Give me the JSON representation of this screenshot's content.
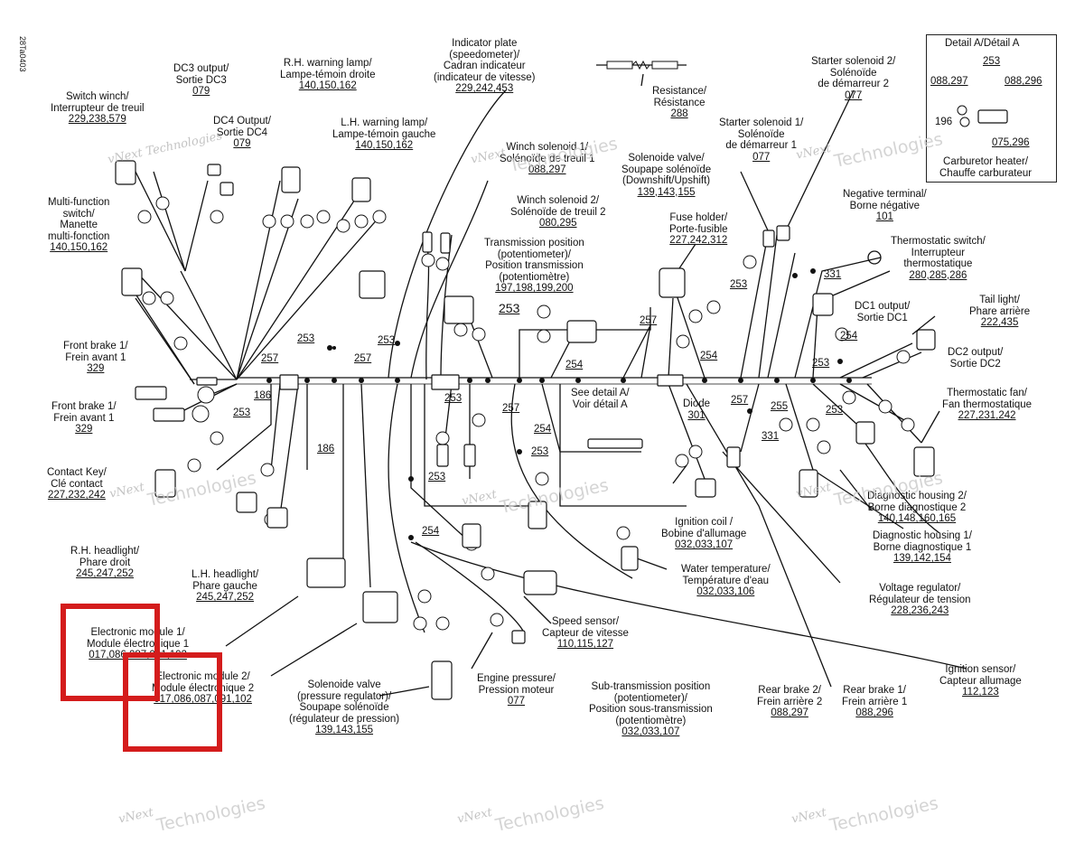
{
  "figure_code": "28Ta0403",
  "labels": {
    "indicator_plate": {
      "lines": [
        "Indicator plate",
        "(speedometer)/",
        "Cadran indicateur",
        "(indicateur de vitesse)"
      ],
      "pages": "229,242,453"
    },
    "resistance": {
      "lines": [
        "Resistance/",
        "Résistance"
      ],
      "pages": "288"
    },
    "dc3_output": {
      "lines": [
        "DC3 output/",
        "Sortie DC3"
      ],
      "pages": "079"
    },
    "rh_warning_lamp": {
      "lines": [
        "R.H. warning lamp/",
        "Lampe-témoin droite"
      ],
      "pages": "140,150,162"
    },
    "switch_winch": {
      "lines": [
        "Switch winch/",
        "Interrupteur de treuil"
      ],
      "pages": "229,238,579"
    },
    "dc4_output": {
      "lines": [
        "DC4 Output/",
        "Sortie DC4"
      ],
      "pages": "079"
    },
    "lh_warning_lamp": {
      "lines": [
        "L.H. warning lamp/",
        "Lampe-témoin gauche"
      ],
      "pages": "140,150,162"
    },
    "winch_solenoid_1": {
      "lines": [
        "Winch solenoid 1/",
        "Solénoïde de treuil 1"
      ],
      "pages": "088,297"
    },
    "solenoid_valve_downshift": {
      "lines": [
        "Solenoide valve/",
        "Soupape solénoïde",
        "(Downshift/Upshift)"
      ],
      "pages": "139,143,155"
    },
    "starter_solenoid_2": {
      "lines": [
        "Starter solenoid 2/",
        "Solénoïde",
        "de démarreur 2"
      ],
      "pages": "077"
    },
    "starter_solenoid_1": {
      "lines": [
        "Starter solenoid 1/",
        "Solénoïde",
        "de démarreur 1"
      ],
      "pages": "077"
    },
    "detail_a": {
      "title": "Detail A/Détail A",
      "caption": [
        "Carburetor heater/",
        "Chauffe carburateur"
      ],
      "refs": [
        "088,297",
        "253",
        "088,296",
        "196",
        "075,296"
      ]
    },
    "winch_solenoid_2": {
      "lines": [
        "Winch solenoid 2/",
        "Solénoïde de treuil 2"
      ],
      "pages": "080,295"
    },
    "multifunction_switch": {
      "lines": [
        "Multi-function",
        "switch/",
        "Manette",
        "multi-fonction"
      ],
      "pages": "140,150,162"
    },
    "transmission_position": {
      "lines": [
        "Transmission position",
        "(potentiometer)/",
        "Position transmission",
        "(potentiomètre)"
      ],
      "pages": "197,198,199,200"
    },
    "fuse_holder": {
      "lines": [
        "Fuse holder/",
        "Porte-fusible"
      ],
      "pages": "227,242,312"
    },
    "negative_terminal": {
      "lines": [
        "Negative terminal/",
        "Borne négative"
      ],
      "pages": "101"
    },
    "thermostatic_switch": {
      "lines": [
        "Thermostatic switch/",
        "Interrupteur",
        "thermostatique"
      ],
      "pages": "280,285,286"
    },
    "dc1_output": {
      "lines": [
        "DC1 output/",
        "Sortie DC1"
      ],
      "pages": ""
    },
    "tail_light": {
      "lines": [
        "Tail light/",
        "Phare arrière"
      ],
      "pages": "222,435"
    },
    "front_brake_1a": {
      "lines": [
        "Front brake 1/",
        "Frein avant 1"
      ],
      "pages": "329"
    },
    "front_brake_1b": {
      "lines": [
        "Front brake 1/",
        "Frein avant 1"
      ],
      "pages": "329"
    },
    "dc2_output": {
      "lines": [
        "DC2 output/",
        "Sortie DC2"
      ],
      "pages": ""
    },
    "thermostatic_fan": {
      "lines": [
        "Thermostatic fan/",
        "Fan thermostatique"
      ],
      "pages": "227,231,242"
    },
    "see_detail_a": {
      "lines": [
        "See detail A/",
        "Voir détail A"
      ],
      "pages": ""
    },
    "diode": {
      "lines": [
        "Diode"
      ],
      "pages": "301"
    },
    "contact_key": {
      "lines": [
        "Contact Key/",
        "Clé contact"
      ],
      "pages": "227,232,242"
    },
    "diagnostic_housing_2": {
      "lines": [
        "Diagnostic housing 2/",
        "Borne diagnostique 2"
      ],
      "pages": "140,148,160,165"
    },
    "diagnostic_housing_1": {
      "lines": [
        "Diagnostic housing 1/",
        "Borne diagnostique 1"
      ],
      "pages": "139,142,154"
    },
    "ignition_coil": {
      "lines": [
        "Ignition coil /",
        "Bobine d'allumage"
      ],
      "pages": "032,033,107"
    },
    "rh_headlight": {
      "lines": [
        "R.H. headlight/",
        "Phare droit"
      ],
      "pages": "245,247,252"
    },
    "lh_headlight": {
      "lines": [
        "L.H. headlight/",
        "Phare gauche"
      ],
      "pages": "245,247,252"
    },
    "water_temperature": {
      "lines": [
        "Water temperature/",
        "Température d'eau"
      ],
      "pages": "032,033,106"
    },
    "voltage_regulator": {
      "lines": [
        "Voltage regulator/",
        "Régulateur de tension"
      ],
      "pages": "228,236,243"
    },
    "speed_sensor": {
      "lines": [
        "Speed sensor/",
        "Capteur de vitesse"
      ],
      "pages": "110,115,127"
    },
    "electronic_module_1": {
      "lines": [
        "Electronic module 1/",
        "Module électronique 1"
      ],
      "pages": "017,086,087,091,102"
    },
    "electronic_module_2": {
      "lines": [
        "Electronic module 2/",
        "Module électronique 2"
      ],
      "pages": "017,086,087,091,102"
    },
    "ignition_sensor": {
      "lines": [
        "Ignition sensor/",
        "Capteur allumage"
      ],
      "pages": "112,123"
    },
    "engine_pressure": {
      "lines": [
        "Engine pressure/",
        "Pression moteur"
      ],
      "pages": "077"
    },
    "solenoid_valve_pressure": {
      "lines": [
        "Solenoide valve",
        "(pressure regulator)/",
        "Soupape solénoïde",
        "(régulateur de pression)"
      ],
      "pages": "139,143,155"
    },
    "sub_transmission": {
      "lines": [
        "Sub-transmission position",
        "(potentiometer)/",
        "Position sous-transmission",
        "(potentiomètre)"
      ],
      "pages": "032,033,107"
    },
    "rear_brake_2": {
      "lines": [
        "Rear brake 2/",
        "Frein arrière 2"
      ],
      "pages": "088,297"
    },
    "rear_brake_1": {
      "lines": [
        "Rear brake 1/",
        "Frein arrière 1"
      ],
      "pages": "088,296"
    }
  },
  "wire_numbers": [
    "257",
    "186",
    "253",
    "257",
    "253",
    "253",
    "254",
    "257",
    "253",
    "254",
    "257",
    "331",
    "253",
    "254",
    "253",
    "257",
    "255",
    "253",
    "331",
    "257",
    "253",
    "254",
    "253",
    "186",
    "253",
    "254",
    "253"
  ],
  "watermark": {
    "line1": "vNext",
    "line2": "Technologies"
  },
  "highlight_color": "#d41c1c"
}
